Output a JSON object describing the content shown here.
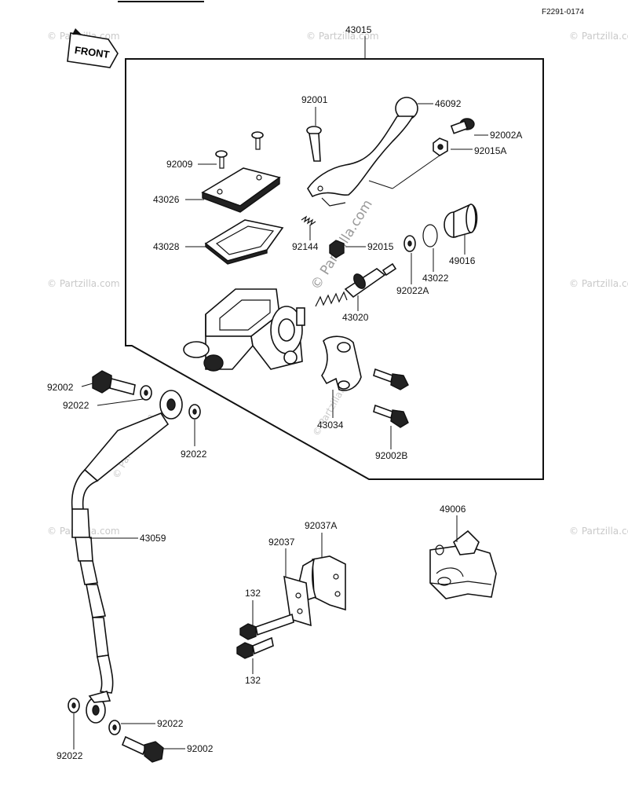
{
  "diagram": {
    "ref_code": "F2291-0174",
    "front_label": "FRONT",
    "watermark_main": "© Partzilla.com",
    "watermark_corner": "© Partzilla.com",
    "parts": {
      "p43015": "43015",
      "p92001": "92001",
      "p46092": "46092",
      "p92002A": "92002A",
      "p92015A": "92015A",
      "p92009": "92009",
      "p43026": "43026",
      "p43028": "43028",
      "p92144": "92144",
      "p92015": "92015",
      "p49016": "49016",
      "p43022": "43022",
      "p92022A": "92022A",
      "p43020": "43020",
      "p43034": "43034",
      "p92002B": "92002B",
      "p92002_top": "92002",
      "p92022_top1": "92022",
      "p92022_top2": "92022",
      "p43059": "43059",
      "p49006": "49006",
      "p92037A": "92037A",
      "p92037": "92037",
      "p132_top": "132",
      "p132_bottom": "132",
      "p92022_bot1": "92022",
      "p92022_bot2": "92022",
      "p92002_bot": "92002"
    }
  }
}
